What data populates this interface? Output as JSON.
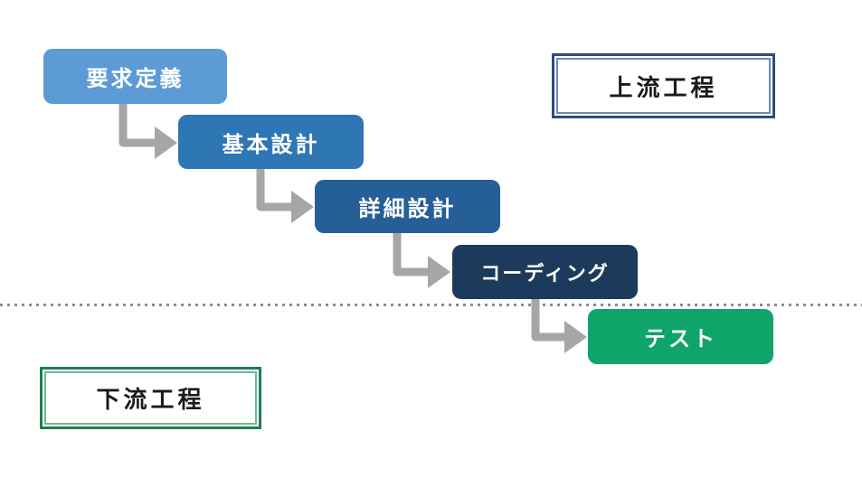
{
  "diagram": {
    "title": "waterfall-development-process",
    "stages": [
      {
        "id": "requirements",
        "label": "要求定義",
        "color": "#5C9BD6",
        "text_color": "#ffffff"
      },
      {
        "id": "basic-design",
        "label": "基本設計",
        "color": "#2F76B5",
        "text_color": "#ffffff"
      },
      {
        "id": "detailed-design",
        "label": "詳細設計",
        "color": "#265F97",
        "text_color": "#ffffff"
      },
      {
        "id": "coding",
        "label": "コーディング",
        "color": "#1C3A5C",
        "text_color": "#ffffff"
      },
      {
        "id": "test",
        "label": "テスト",
        "color": "#0FA46A",
        "text_color": "#ffffff"
      }
    ],
    "labels": {
      "upstream": {
        "text": "上流工程",
        "border_color": "#2E4D7B",
        "inner_border_color": "#6E89B4",
        "text_color": "#1a1a1a"
      },
      "downstream": {
        "text": "下流工程",
        "border_color": "#1E7E52",
        "inner_border_color": "#6FB597",
        "text_color": "#1a1a1a"
      }
    },
    "divider": {
      "style": "dotted",
      "color": "#8A8A8A"
    },
    "arrow_color": "#A6A6A6"
  }
}
